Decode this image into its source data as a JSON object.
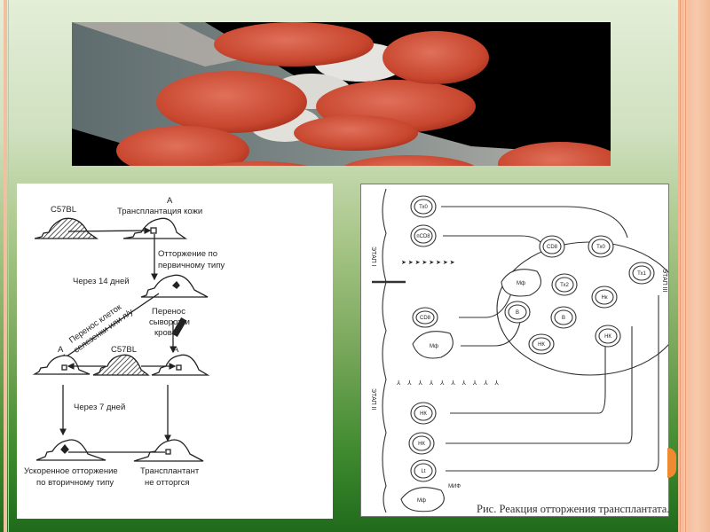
{
  "slide": {
    "colors": {
      "background_top": "#e4eed8",
      "background_bottom": "#1f6b1c",
      "border_accent": "#f5c0a0",
      "orange_marker": "#f08a30"
    },
    "photo": {
      "description": "Electron micrograph: red blood cells and white cells on a fibrous strand"
    },
    "left_diagram": {
      "strain_top": "C57BL",
      "recipient_top": "A",
      "skin_transplant": "Трансплантация кожи",
      "primary_rejection_line1": "Отторжение по",
      "primary_rejection_line2": "первичному типу",
      "after_14_days": "Через 14 дней",
      "cell_transfer_line1": "Перенос клеток",
      "cell_transfer_line2": "селезенки или л/у",
      "serum_transfer_line1": "Перенос",
      "serum_transfer_line2": "сыворотки",
      "serum_transfer_line3": "крови",
      "recipient_left": "A",
      "strain_middle": "C57BL",
      "recipient_right": "A",
      "after_7_days": "Через 7 дней",
      "accelerated_line1": "Ускоренное отторжение",
      "accelerated_line2": "по вторичному типу",
      "not_rejected_line1": "Трансплантант",
      "not_rejected_line2": "не отторгся"
    },
    "right_diagram": {
      "stage1_label": "ЭТАП I",
      "stage2_label": "ЭТАП II",
      "stage3_label": "ЭТАП III",
      "cells": {
        "th0": "Тх0",
        "hcd8": "пСD8",
        "cd8_left": "CD8",
        "mf_left": "Мф",
        "cd8_center": "CD8",
        "th0_center": "Тх0",
        "th1": "Тх1",
        "mf_center": "Мф",
        "th2": "Тх2",
        "b_left": "В",
        "b_center": "В",
        "nk_center": "НК",
        "nk_circle": "НК",
        "hk_right": "Нк",
        "nk_bottom1": "НК",
        "nk_bottom2": "НК",
        "lt": "Lt",
        "mf_bottom": "Мф",
        "mif": "МИФ"
      },
      "caption": "Рис. Реакция отторжения трансплантата."
    }
  }
}
